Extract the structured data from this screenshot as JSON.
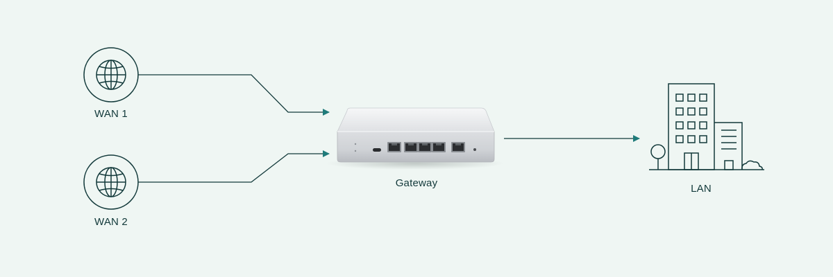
{
  "diagram": {
    "wan1_label": "WAN 1",
    "wan2_label": "WAN 2",
    "gateway_label": "Gateway",
    "lan_label": "LAN"
  },
  "colors": {
    "background": "#eff6f3",
    "line": "#12393a",
    "arrow": "#1f7b7a",
    "device_body": "#d7d9dc",
    "device_top": "#eceef0"
  },
  "icons": {
    "wan1": "globe-icon",
    "wan2": "globe-icon",
    "lan": "office-building-icon",
    "gateway": "router-device"
  }
}
